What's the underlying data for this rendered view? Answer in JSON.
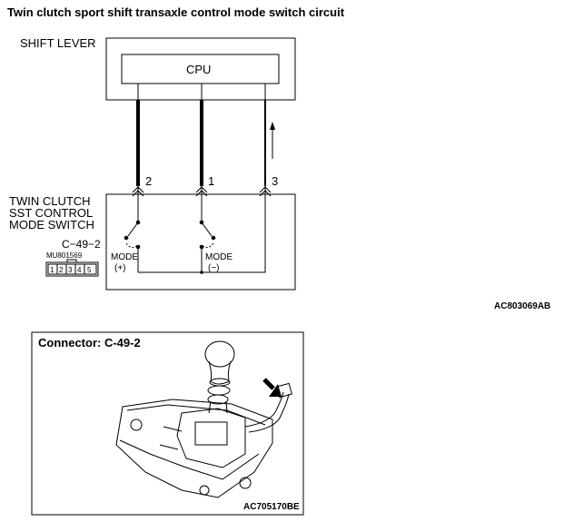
{
  "title": "Twin clutch sport shift transaxle control mode switch circuit",
  "shift_lever_label": "SHIFT LEVER",
  "cpu_label": "CPU",
  "switch_label": [
    "TWIN CLUTCH",
    "SST CONTROL",
    "MODE SWITCH"
  ],
  "connector_code": "C−49−2",
  "part_number": "MU801569",
  "pin_numbers": [
    "1",
    "2",
    "3",
    "4",
    "5"
  ],
  "wires": [
    {
      "pin": "2",
      "thick": true
    },
    {
      "pin": "1",
      "thick": true
    },
    {
      "pin": "3",
      "thick": false
    }
  ],
  "mode_plus": [
    "MODE",
    "(+)"
  ],
  "mode_minus": [
    "MODE",
    "(−)"
  ],
  "figure_code_1": "AC803069AB",
  "connector_panel_title": "Connector: C-49-2",
  "figure_code_2": "AC705170BE",
  "colors": {
    "line": "#000000",
    "background": "#ffffff"
  }
}
